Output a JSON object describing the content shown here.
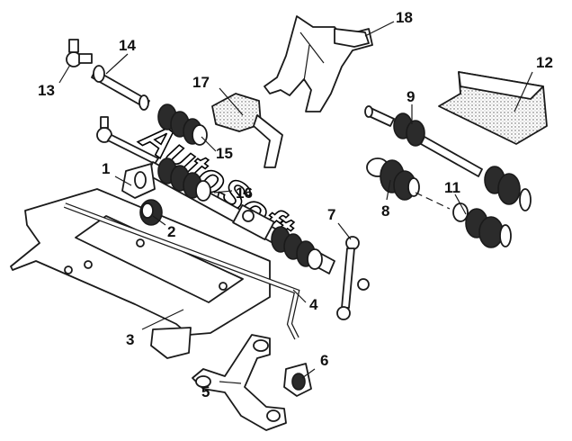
{
  "diagram": {
    "watermark": "AutoSoft",
    "callouts": [
      {
        "id": "c1",
        "text": "1"
      },
      {
        "id": "c2",
        "text": "2"
      },
      {
        "id": "c3",
        "text": "3"
      },
      {
        "id": "c4",
        "text": "4"
      },
      {
        "id": "c5",
        "text": "5"
      },
      {
        "id": "c6",
        "text": "6"
      },
      {
        "id": "c7",
        "text": "7"
      },
      {
        "id": "c8",
        "text": "8"
      },
      {
        "id": "c9",
        "text": "9"
      },
      {
        "id": "c11",
        "text": "11"
      },
      {
        "id": "c12",
        "text": "12"
      },
      {
        "id": "c13",
        "text": "13"
      },
      {
        "id": "c14",
        "text": "14"
      },
      {
        "id": "c15",
        "text": "15"
      },
      {
        "id": "c16",
        "text": "16"
      },
      {
        "id": "c17",
        "text": "17"
      },
      {
        "id": "c18",
        "text": "18"
      }
    ]
  }
}
